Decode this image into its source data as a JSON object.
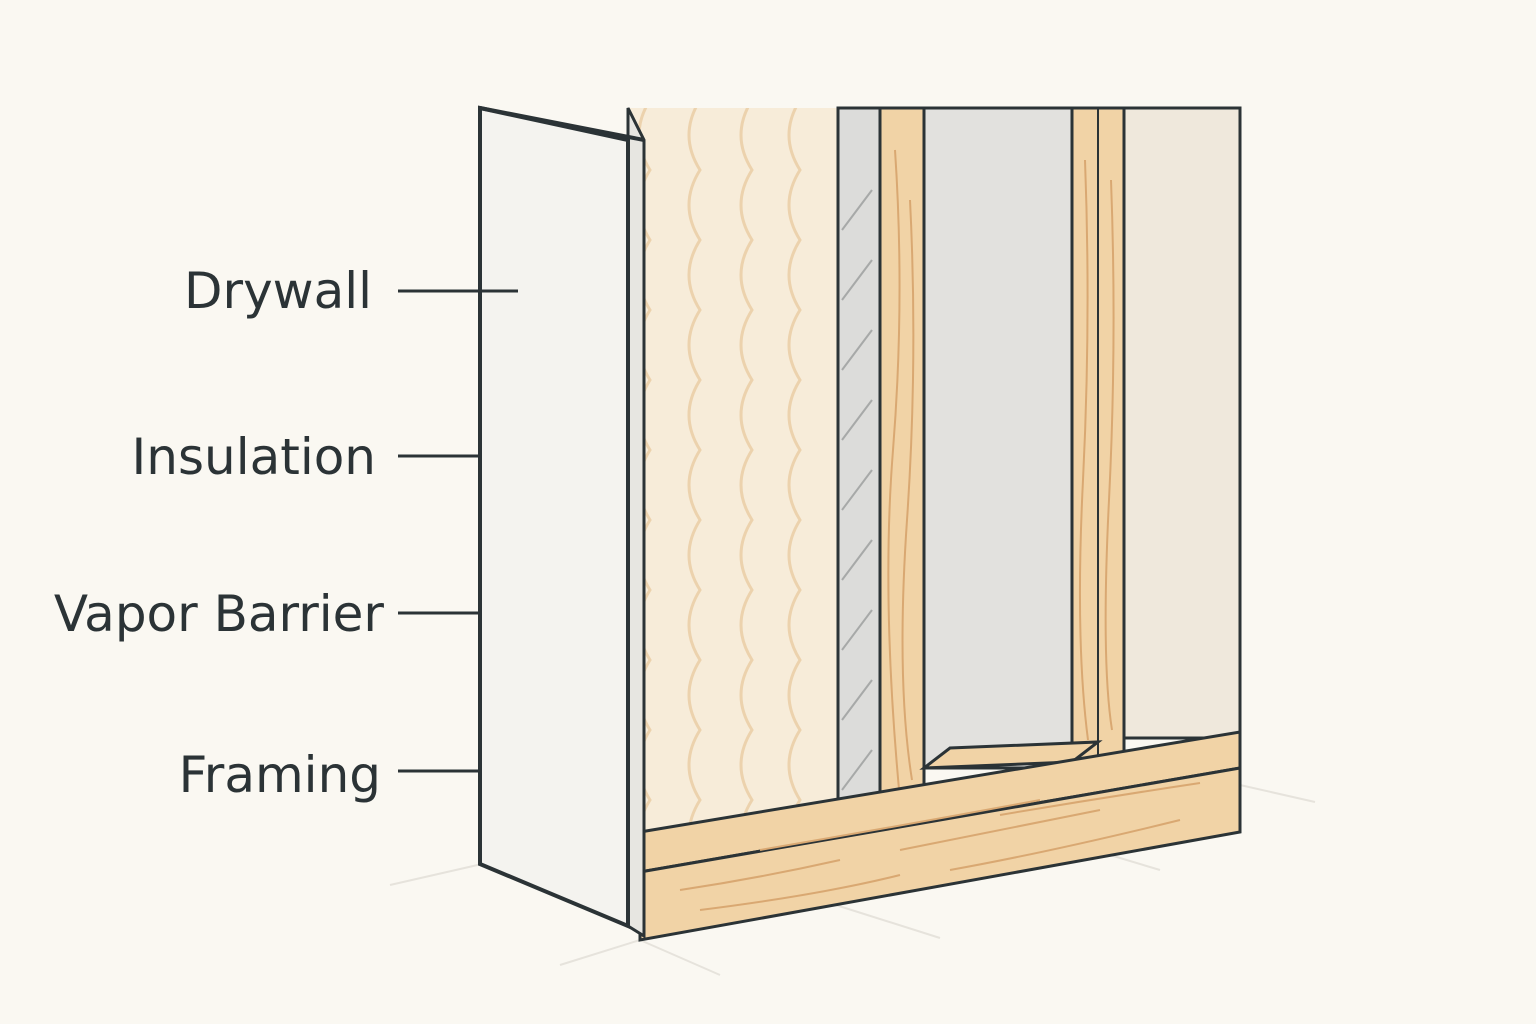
{
  "labels": {
    "drywall": "Drywall",
    "insulation": "Insulation",
    "vapor_barrier": "Vapor Barrier",
    "framing": "Framing"
  },
  "colors": {
    "background": "#faf8f2",
    "outline": "#2b3336",
    "drywall": "#f4f3ef",
    "insulation": "#f7ecd9",
    "insulation_fiber": "#ecd2ad",
    "vapor_barrier": "#dcdcda",
    "wood": "#f1d3a6",
    "wood_grain": "#d9a872",
    "cavity": "#e2e1de",
    "sheathing": "#efe8dc"
  }
}
